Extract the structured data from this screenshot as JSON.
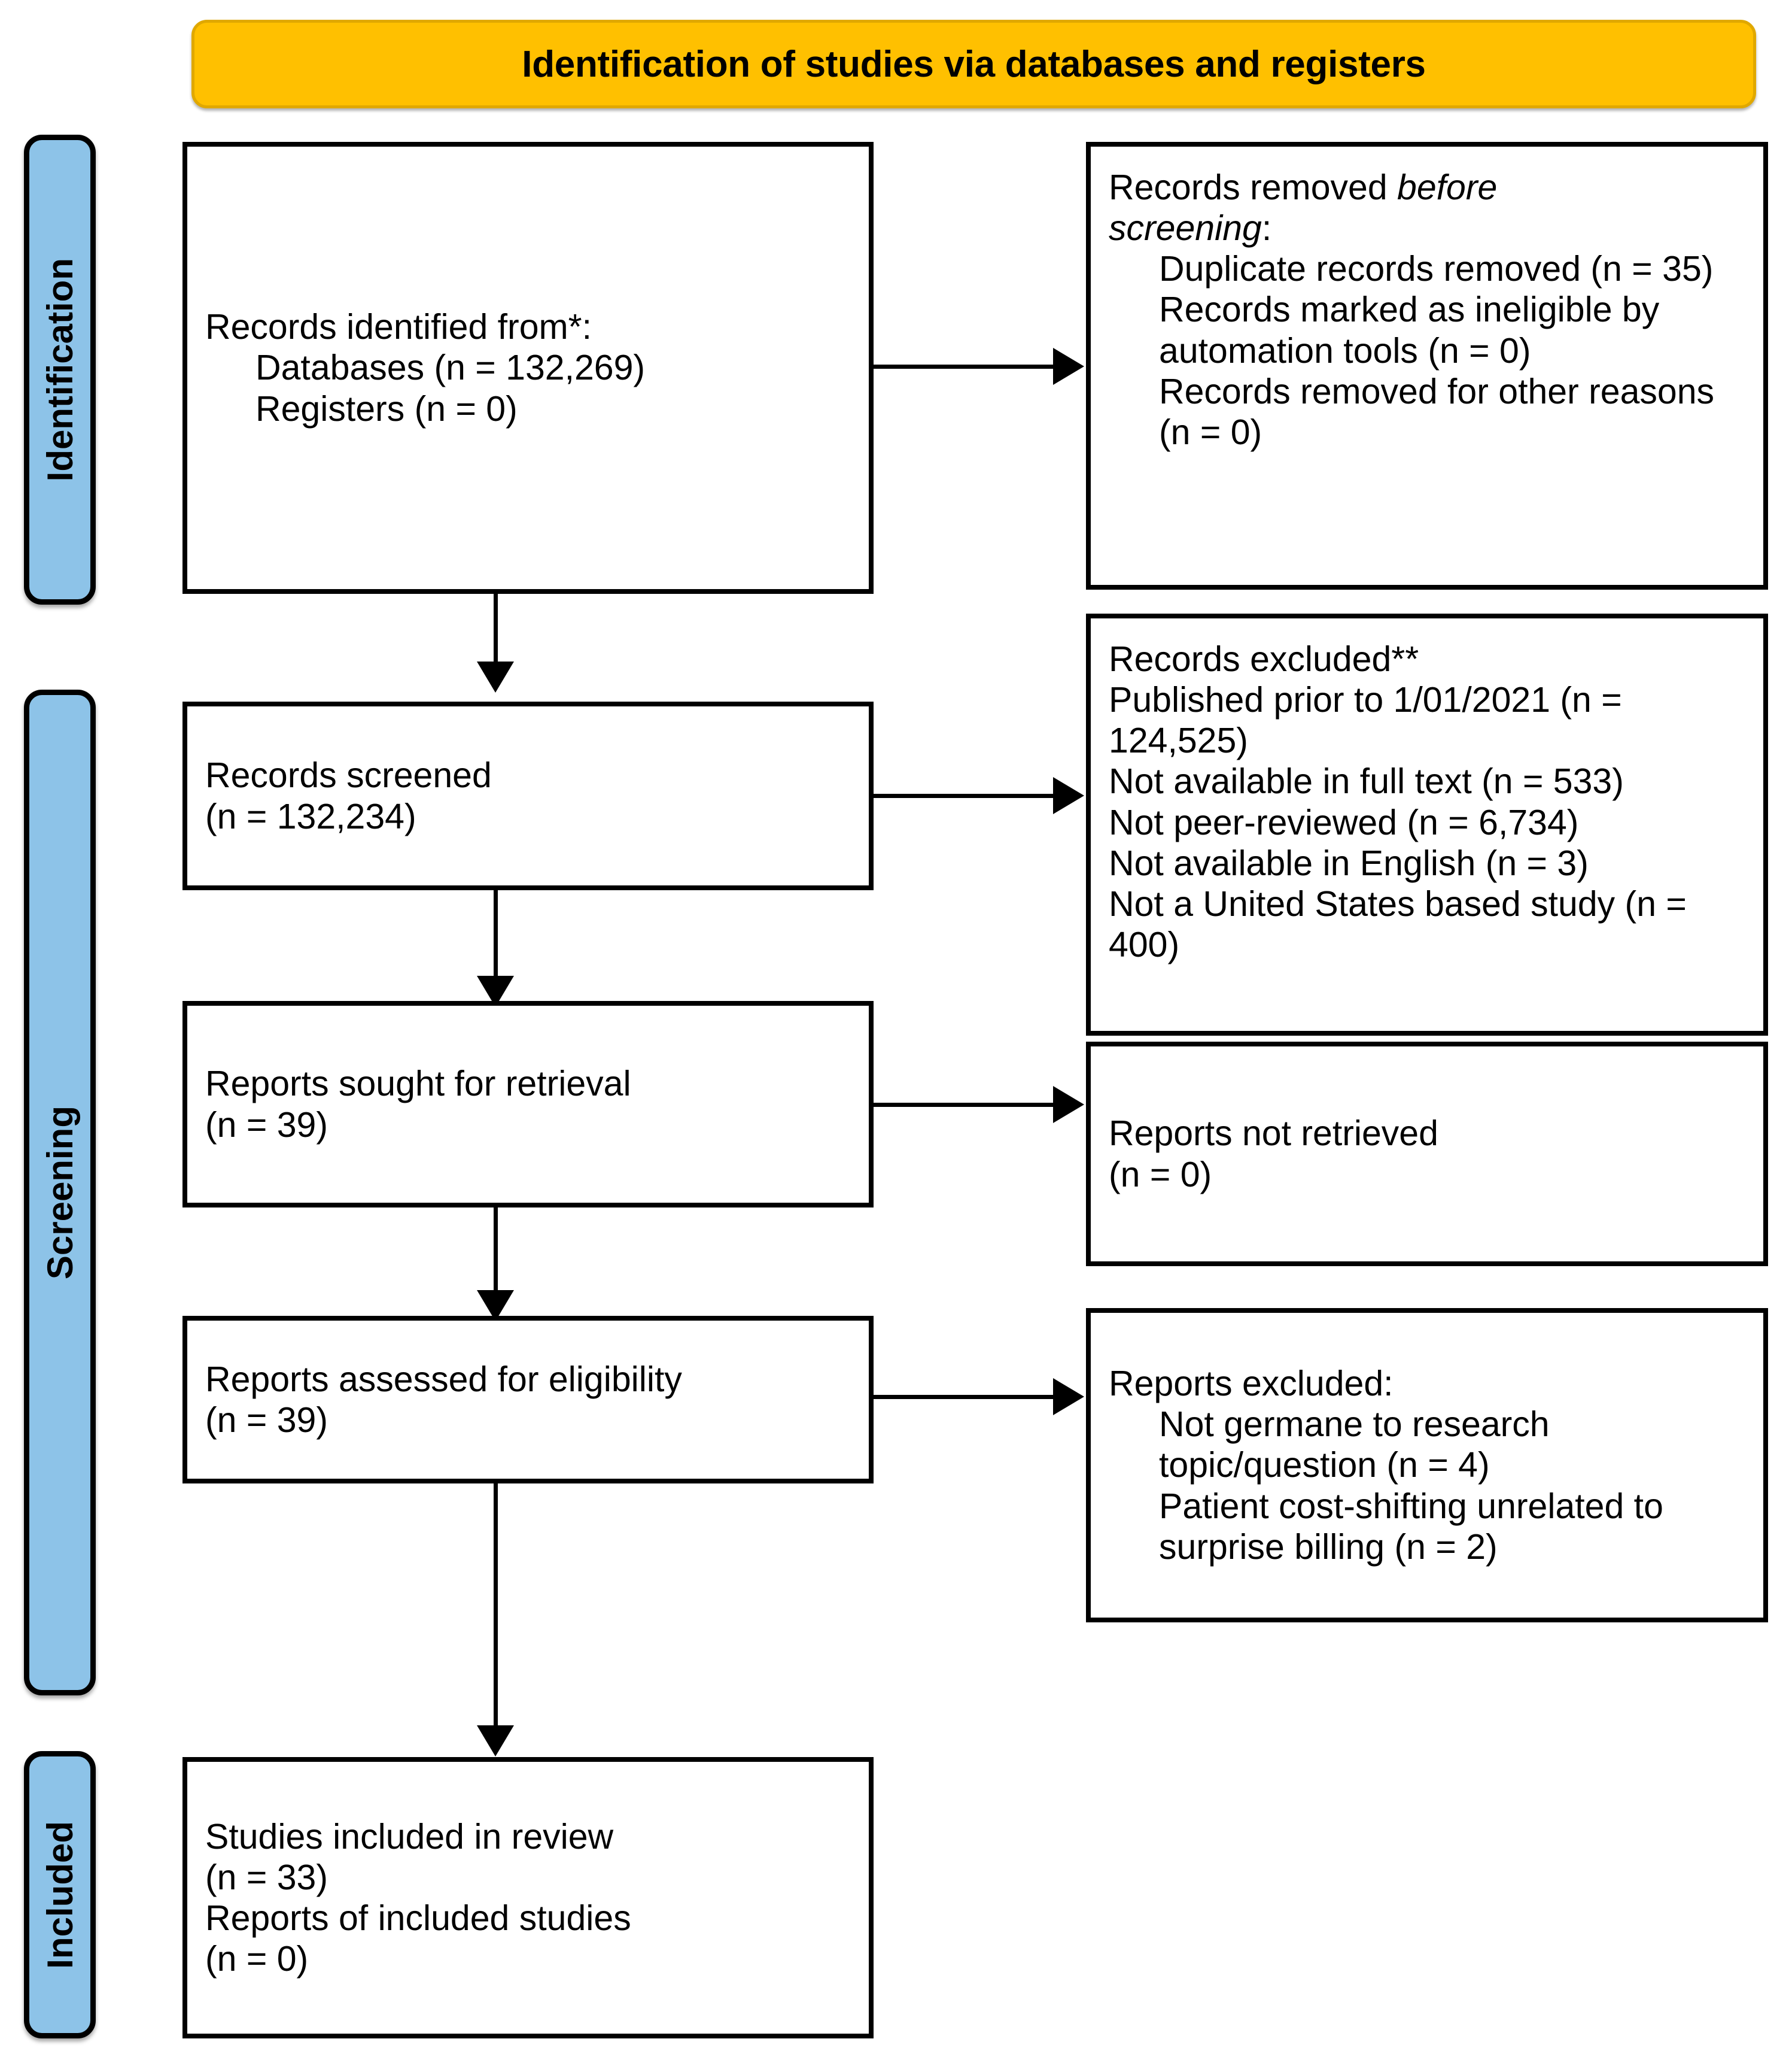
{
  "banner": {
    "title": "Identification of studies via databases and registers",
    "bg_color": "#FFC000",
    "border_color": "#E0A800"
  },
  "stages": {
    "identification": "Identification",
    "screening": "Screening",
    "included": "Included",
    "tab_color": "#8DC3E8"
  },
  "boxes": {
    "records_identified": {
      "line1": "Records identified from*:",
      "line2": "Databases (n = 132,269)",
      "line3": "Registers (n = 0)"
    },
    "records_removed": {
      "line1_a": "Records removed ",
      "line1_b": "before",
      "line2_a": "screening",
      "line2_b": ":",
      "line3": "Duplicate records removed (n = 35)",
      "line4": "Records marked as ineligible by automation tools (n = 0)",
      "line5": "Records removed for other reasons (n = 0)"
    },
    "records_screened": {
      "line1": "Records screened",
      "line2": "(n = 132,234)"
    },
    "records_excluded": {
      "line1": "Records excluded**",
      "line2": "Published prior to 1/01/2021 (n = 124,525)",
      "line3": "Not available in full text (n = 533)",
      "line4": "Not peer-reviewed (n = 6,734)",
      "line5": "Not available in English (n = 3)",
      "line6": "Not a United States based study (n = 400)"
    },
    "reports_sought": {
      "line1": "Reports sought for retrieval",
      "line2": "(n = 39)"
    },
    "reports_not_retrieved": {
      "line1": "Reports not retrieved",
      "line2": "(n = 0)"
    },
    "reports_assessed": {
      "line1": "Reports assessed for eligibility",
      "line2": "(n = 39)"
    },
    "reports_excluded": {
      "line1": "Reports excluded:",
      "line2": "Not germane to research topic/question (n = 4)",
      "line3": "Patient cost-shifting unrelated to surprise billing (n = 2)"
    },
    "studies_included": {
      "line1": "Studies included in review",
      "line2": "(n = 33)",
      "line3": "Reports of included studies",
      "line4": "(n = 0)"
    }
  },
  "chart_data": {
    "type": "flow",
    "title": "Identification of studies via databases and registers",
    "nodes": [
      {
        "id": "records_identified",
        "stage": "Identification",
        "label": "Records identified from*: Databases (n = 132,269); Registers (n = 0)",
        "databases": 132269,
        "registers": 0
      },
      {
        "id": "records_removed",
        "stage": "Identification",
        "label": "Records removed before screening",
        "duplicate_records_removed": 35,
        "marked_ineligible_by_automation_tools": 0,
        "removed_for_other_reasons": 0
      },
      {
        "id": "records_screened",
        "stage": "Screening",
        "label": "Records screened",
        "n": 132234
      },
      {
        "id": "records_excluded",
        "stage": "Screening",
        "label": "Records excluded**",
        "published_prior_to_1_01_2021": 124525,
        "not_available_in_full_text": 533,
        "not_peer_reviewed": 6734,
        "not_available_in_english": 3,
        "not_united_states_based": 400
      },
      {
        "id": "reports_sought",
        "stage": "Screening",
        "label": "Reports sought for retrieval",
        "n": 39
      },
      {
        "id": "reports_not_retrieved",
        "stage": "Screening",
        "label": "Reports not retrieved",
        "n": 0
      },
      {
        "id": "reports_assessed",
        "stage": "Screening",
        "label": "Reports assessed for eligibility",
        "n": 39
      },
      {
        "id": "reports_excluded",
        "stage": "Screening",
        "label": "Reports excluded",
        "not_germane_to_research_topic_question": 4,
        "patient_cost_shifting_unrelated_to_surprise_billing": 2
      },
      {
        "id": "studies_included",
        "stage": "Included",
        "label": "Studies included in review",
        "studies_included": 33,
        "reports_of_included_studies": 0
      }
    ],
    "edges": [
      {
        "from": "records_identified",
        "to": "records_removed",
        "direction": "right"
      },
      {
        "from": "records_identified",
        "to": "records_screened",
        "direction": "down"
      },
      {
        "from": "records_screened",
        "to": "records_excluded",
        "direction": "right"
      },
      {
        "from": "records_screened",
        "to": "reports_sought",
        "direction": "down"
      },
      {
        "from": "reports_sought",
        "to": "reports_not_retrieved",
        "direction": "right"
      },
      {
        "from": "reports_sought",
        "to": "reports_assessed",
        "direction": "down"
      },
      {
        "from": "reports_assessed",
        "to": "reports_excluded",
        "direction": "right"
      },
      {
        "from": "reports_assessed",
        "to": "studies_included",
        "direction": "down"
      }
    ]
  }
}
